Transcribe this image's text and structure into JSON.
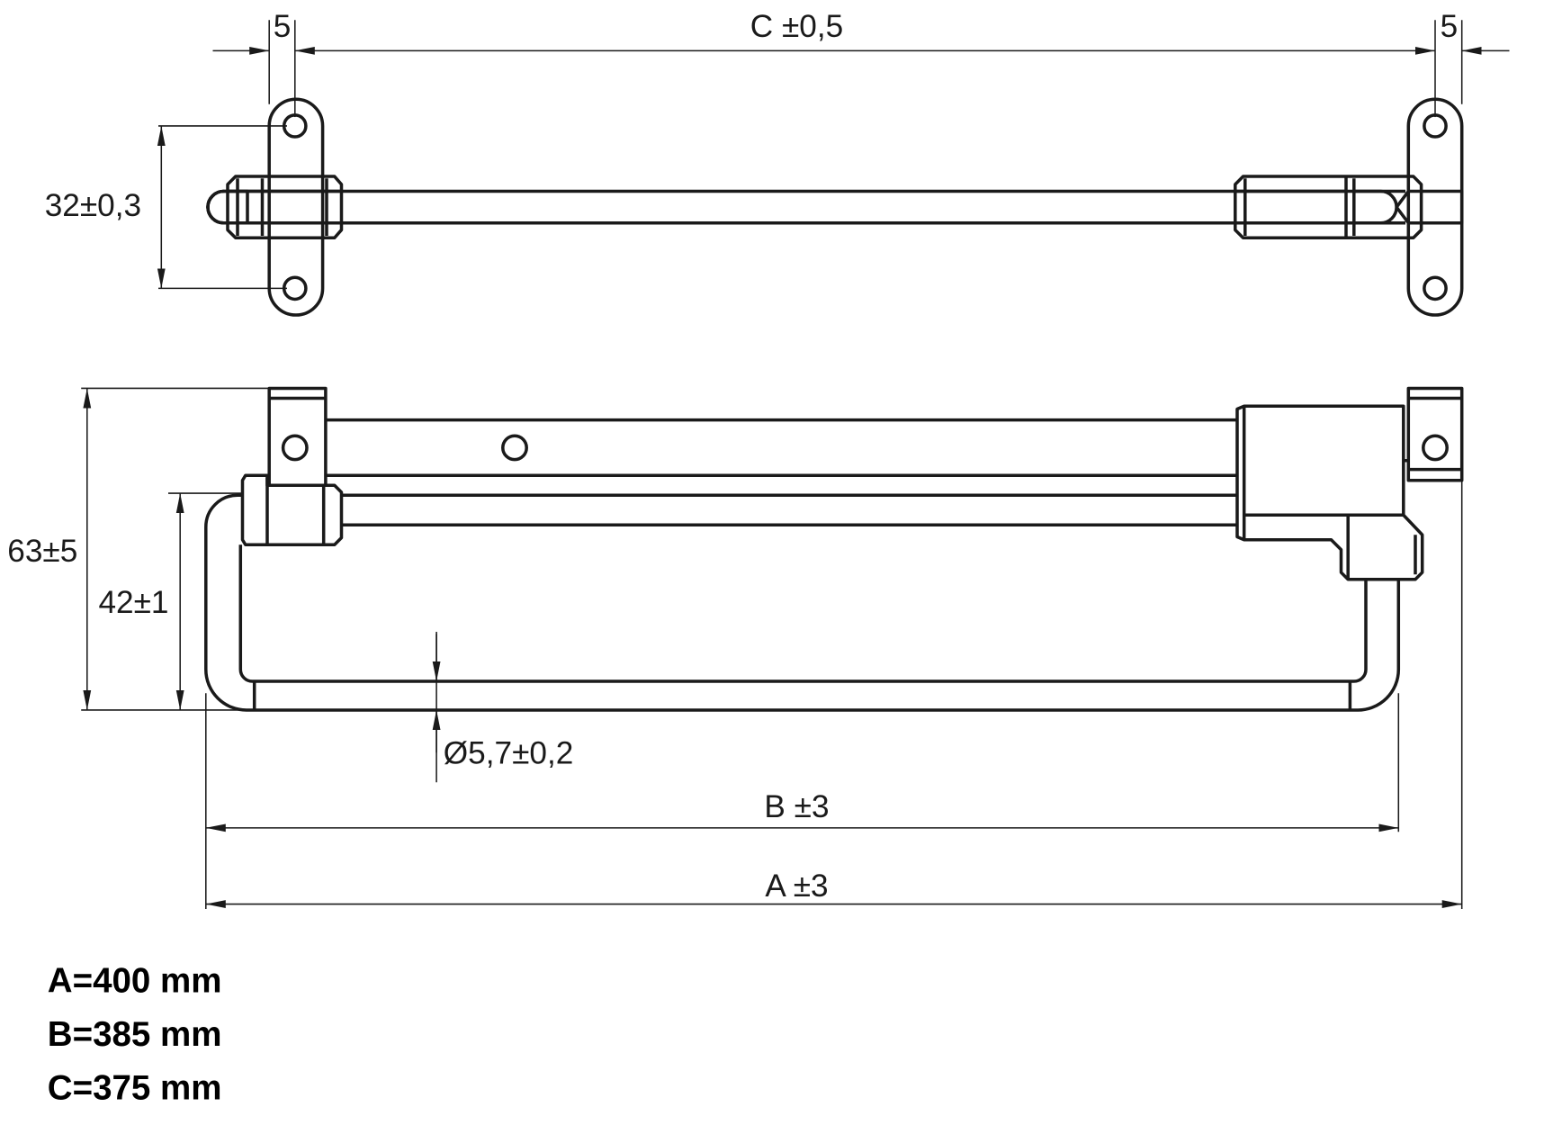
{
  "top_view": {
    "dim_left_gap": "5",
    "dim_center_distance": "C ±0,5",
    "dim_right_gap": "5",
    "dim_hole_spacing": "32±0,3"
  },
  "front_view": {
    "dim_total_height": "63±5",
    "dim_handle_height": "42±1",
    "dim_wire_diameter": "Ø5,7±0,2",
    "dim_b": "B ±3",
    "dim_a": "A ±3"
  },
  "specs": [
    {
      "label": "A=400 mm"
    },
    {
      "label": "B=385 mm"
    },
    {
      "label": "C=375 mm"
    }
  ]
}
